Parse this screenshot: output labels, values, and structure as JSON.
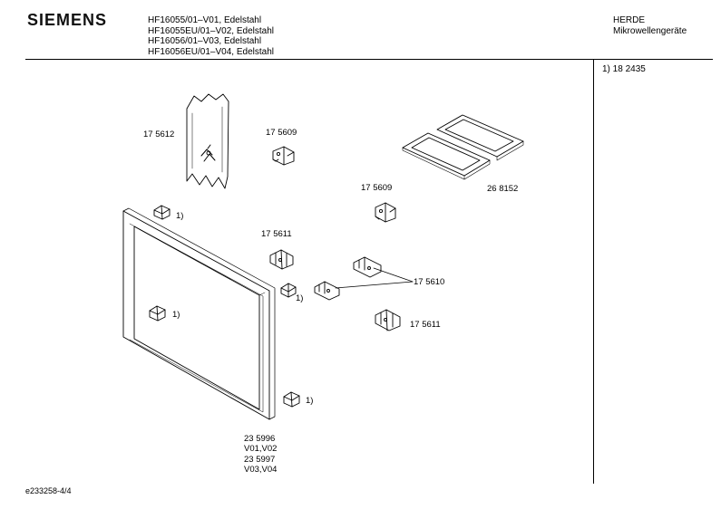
{
  "header": {
    "brand": "SIEMENS",
    "models": [
      "HF16055/01–V01, Edelstahl",
      "HF16055EU/01–V02, Edelstahl",
      "HF16056/01–V03, Edelstahl",
      "HF16056EU/01–V04, Edelstahl"
    ],
    "category": [
      "HERDE",
      "Mikrowellengeräte"
    ]
  },
  "sidebar": {
    "footnote": "1)  18 2435"
  },
  "parts": {
    "bag": "17 5612",
    "bracket_top": "17 5609",
    "bracket_mid": "17 5609",
    "trays": "26 8152",
    "clip_upper": "17 5611",
    "latch": "17 5610",
    "clip_lower": "17 5611"
  },
  "notes": {
    "hinge_top": "1)",
    "hinge_mid": "1)",
    "hinge_right": "1)",
    "hinge_bottom": "1)"
  },
  "door": {
    "codes": [
      "23 5996",
      "V01,V02",
      "23 5997",
      "V03,V04"
    ]
  },
  "footer": {
    "doc_id": "e233258-4/4"
  }
}
